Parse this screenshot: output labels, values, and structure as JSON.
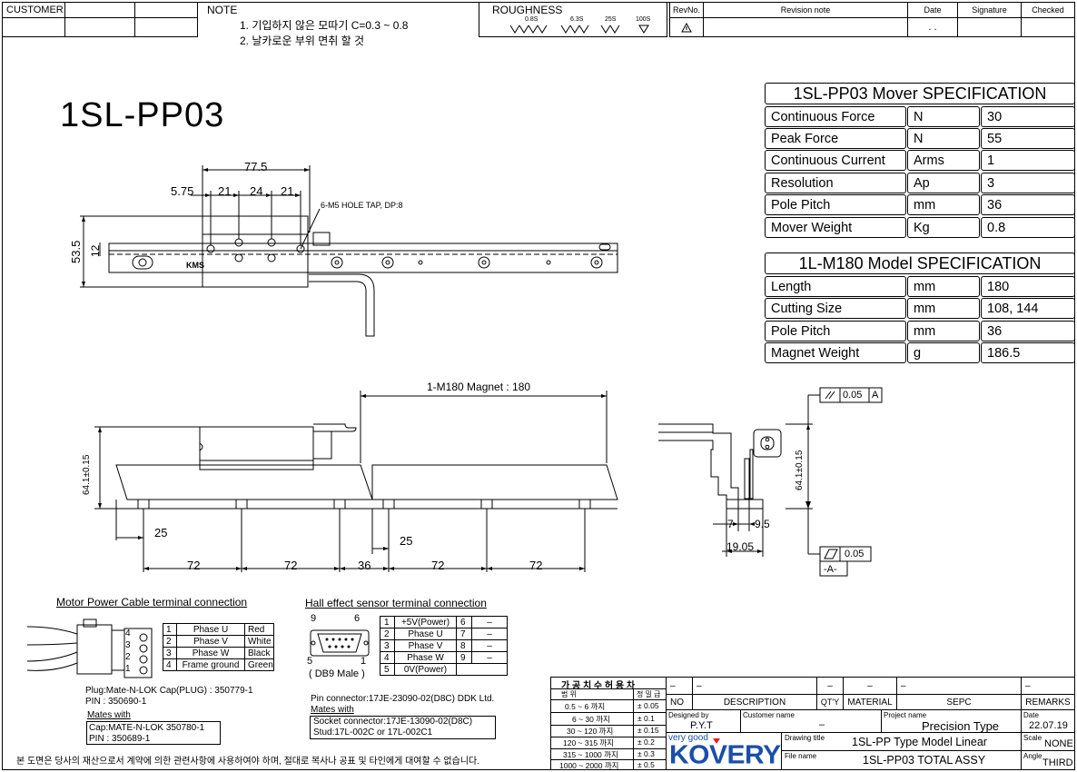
{
  "header": {
    "customer_label": "CUSTOMER",
    "note_label": "NOTE",
    "note_lines": [
      "1. 기입하지 않은 모따기 C=0.3 ~ 0.8",
      "2. 날카로운 부위 면취 할 것"
    ],
    "roughness_label": "ROUGHNESS",
    "roughness_grades": [
      "0.8S",
      "6.3S",
      "25S",
      "100S"
    ],
    "revno_label": "RevNo.",
    "revision_note_label": "Revision note",
    "date_label": "Date",
    "signature_label": "Signature",
    "checked_label": "Checked",
    "date_value": ". ."
  },
  "part_title": "1SL-PP03",
  "mover_spec": {
    "title": "1SL-PP03 Mover SPECIFICATION",
    "rows": [
      {
        "name": "Continuous Force",
        "unit": "N",
        "value": "30"
      },
      {
        "name": "Peak Force",
        "unit": "N",
        "value": "55"
      },
      {
        "name": "Continuous Current",
        "unit": "Arms",
        "value": "1"
      },
      {
        "name": "Resolution",
        "unit": "Ap",
        "value": "3"
      },
      {
        "name": "Pole Pitch",
        "unit": "mm",
        "value": "36"
      },
      {
        "name": "Mover Weight",
        "unit": "Kg",
        "value": "0.8"
      }
    ]
  },
  "model_spec": {
    "title": "1L-M180 Model SPECIFICATION",
    "rows": [
      {
        "name": "Length",
        "unit": "mm",
        "value": "180"
      },
      {
        "name": "Cutting Size",
        "unit": "mm",
        "value": "108, 144"
      },
      {
        "name": "Pole Pitch",
        "unit": "mm",
        "value": "36"
      },
      {
        "name": "Magnet Weight",
        "unit": "g",
        "value": "186.5"
      }
    ]
  },
  "top_view": {
    "dim_overall": "77.5",
    "dim_offset": "5.75",
    "dim_a": "21",
    "dim_b": "24",
    "dim_c": "21",
    "hole_note": "6-M5 HOLE TAP, DP:8",
    "dim_height": "53.5",
    "dim_small": "12",
    "rail_mark": "KMS"
  },
  "side_view": {
    "magnet_label": "1-M180 Magnet : 180",
    "height_dim": "64.1±0.15",
    "pitch_offset_1": "25",
    "pitch_offset_2": "25",
    "pitches": [
      "72",
      "72",
      "36",
      "72",
      "72"
    ]
  },
  "end_view": {
    "parallel_tol": "0.05",
    "parallel_ref": "A",
    "flatness_tol": "0.05",
    "datum": "-A-",
    "height_dim": "64.1±0.15",
    "dim_7": "7",
    "dim_9_5": "9.5",
    "dim_19_05": "19.05"
  },
  "motor_cable": {
    "title": "Motor Power Cable terminal connection",
    "pins": [
      {
        "no": "1",
        "name": "Phase U",
        "color": "Red"
      },
      {
        "no": "2",
        "name": "Phase V",
        "color": "White"
      },
      {
        "no": "3",
        "name": "Phase W",
        "color": "Black"
      },
      {
        "no": "4",
        "name": "Frame ground",
        "color": "Green"
      }
    ],
    "connector_pin_labels": [
      "4",
      "3",
      "2",
      "1"
    ],
    "plug_note": "Plug:Mate-N-LOK Cap(PLUG) : 350779-1",
    "pin_note": "PIN : 350690-1",
    "mates_with": "Mates with",
    "mate_cap": "Cap:MATE-N-LOK 350780-1",
    "mate_pin": "PIN : 350689-1"
  },
  "hall_sensor": {
    "title": "Hall effect sensor terminal connection",
    "pins_left": [
      {
        "no": "1",
        "name": "+5V(Power)"
      },
      {
        "no": "2",
        "name": "Phase U"
      },
      {
        "no": "3",
        "name": "Phase V"
      },
      {
        "no": "4",
        "name": "Phase W"
      },
      {
        "no": "5",
        "name": "0V(Power)"
      }
    ],
    "pins_right": [
      {
        "no": "6",
        "name": "–"
      },
      {
        "no": "7",
        "name": "–"
      },
      {
        "no": "8",
        "name": "–"
      },
      {
        "no": "9",
        "name": "–"
      }
    ],
    "db9_labels": {
      "p9": "9",
      "p6": "6",
      "p5": "5",
      "p1": "1"
    },
    "db9_caption": "( DB9 Male )",
    "pin_connector": "Pin connector:17JE-23090-02(D8C) DDK Ltd.",
    "mates_with": "Mates with",
    "socket_connector": "Socket connector:17JE-13090-02(D8C)",
    "stud": "Stud:17L-002C or 17L-002C1"
  },
  "tolerance_table": {
    "title": "가 공 치 수 허 용 차",
    "col_range": "범         위",
    "col_grade": "정 밀 급",
    "rows": [
      {
        "range": "0.5 ~      6 까지",
        "tol": "± 0.05"
      },
      {
        "range": "6 ~     30 까지",
        "tol": "± 0.1"
      },
      {
        "range": "30 ~   120 까지",
        "tol": "± 0.15"
      },
      {
        "range": "120 ~   315 까지",
        "tol": "± 0.2"
      },
      {
        "range": "315 ~ 1000 까지",
        "tol": "± 0.3"
      },
      {
        "range": "1000 ~ 2000 까지",
        "tol": "± 0.5"
      }
    ]
  },
  "title_block": {
    "dash": "–",
    "no": "NO",
    "description": "DESCRIPTION",
    "qty": "QT'Y",
    "material": "MATERIAL",
    "spec": "SEPC",
    "remarks": "REMARKS",
    "designed_by_label": "Designed by",
    "designed_by": "P.Y.T",
    "customer_name_label": "Customer name",
    "customer_name": "–",
    "project_name_label": "Project name",
    "project_name": "Precision Type",
    "date_label": "Date",
    "date": "22.07.19",
    "logo_tagline": "very good",
    "logo": "KOVERY",
    "drawing_title_label": "Drawing title",
    "drawing_title": "1SL-PP Type Model Linear",
    "scale_label": "Scale",
    "scale": "NONE",
    "file_name_label": "File name",
    "file_name": "1SL-PP03 TOTAL ASSY",
    "angle_label": "Angle",
    "angle": "THIRD"
  },
  "footer_note": "본 도면은 당사의 재산으로서 계약에 의한 관련사항에 사용하여야 하며, 절대로 복사나 공표 및 타인에게 대여할 수 없습니다.",
  "colors": {
    "logo_blue": "#1a4fa8",
    "logo_red": "#d22",
    "line": "#000000"
  }
}
